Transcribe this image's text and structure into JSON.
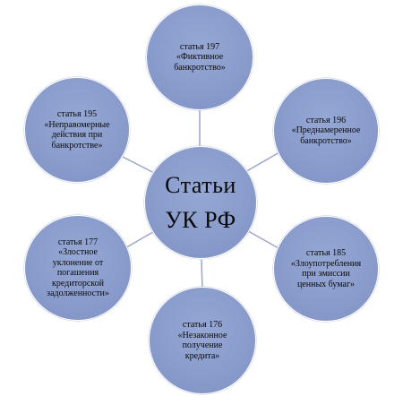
{
  "center": {
    "label": "Статьи\nУК РФ"
  },
  "nodes": [
    {
      "label": "статья 197\n«Фиктивное\nбанкротство»"
    },
    {
      "label": "статья 196\n«Преднамеренное\nбанкротство»"
    },
    {
      "label": "статья 185\n«Злоупотребления\nпри эмиссии\nценных бумаг»"
    },
    {
      "label": "статья 176\n«Незаконное\nполучение\nкредита»"
    },
    {
      "label": "статья 177\n«Злостное\nуклонение от\nпогашения\nкредиторской\nзадолженности»"
    },
    {
      "label": "статья 195\n«Неправомерные\nдействия при\nбанкротстве»"
    }
  ],
  "colors": {
    "node_fill": "#8a9ccc",
    "connector": "#9aa6c7",
    "text": "#0a0a0a"
  }
}
